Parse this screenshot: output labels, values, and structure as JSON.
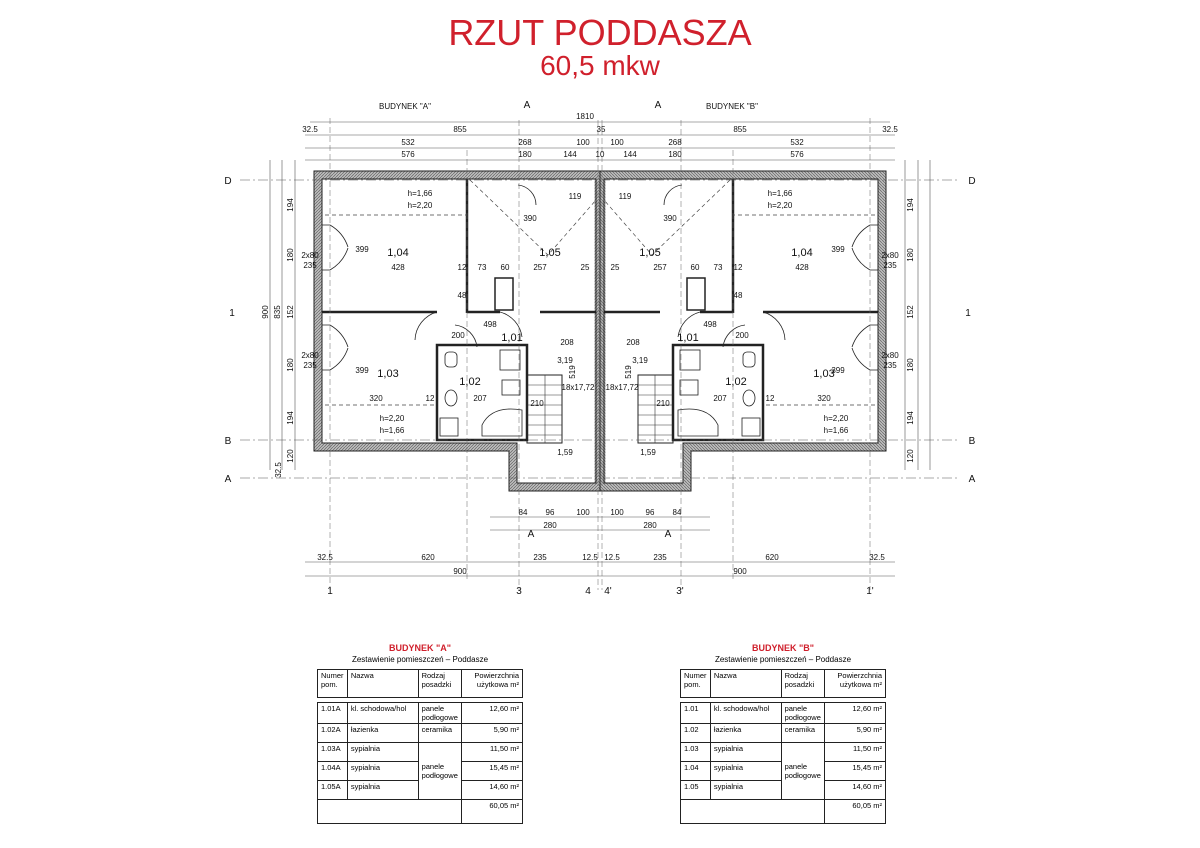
{
  "title": "RZUT PODDASZA",
  "subtitle": "60,5 mkw",
  "plan": {
    "building_a": "BUDYNEK \"A\"",
    "building_b": "BUDYNEK \"B\"",
    "section_mark": "A",
    "grid_rows": [
      "D",
      "B",
      "A"
    ],
    "grid_cols": [
      "1",
      "3",
      "4",
      "4'",
      "3'",
      "1'"
    ],
    "section_side": "1",
    "rooms_a": [
      "1,04",
      "1,05",
      "1,01",
      "1,03",
      "1,02"
    ],
    "rooms_b": [
      "1,04",
      "1,05",
      "1,01",
      "1,03",
      "1,02"
    ],
    "heights": [
      "h=1,66",
      "h=2,20",
      "h=2,20",
      "h=1,66"
    ],
    "levels": [
      "3,19",
      "1,59"
    ],
    "dims_top": [
      "1810",
      "32.5",
      "855",
      "35",
      "855",
      "32.5",
      "532",
      "268",
      "100",
      "100",
      "268",
      "532",
      "576",
      "180",
      "144",
      "10",
      "144",
      "180",
      "576"
    ],
    "dims_bottom": [
      "32.5",
      "620",
      "235",
      "12.5",
      "12.5",
      "235",
      "620",
      "32.5",
      "900",
      "900",
      "84",
      "96",
      "100",
      "100",
      "96",
      "84",
      "280",
      "280"
    ],
    "dims_side": [
      "32.5",
      "194",
      "180",
      "152",
      "180",
      "194",
      "120",
      "900",
      "835",
      "2x80",
      "235",
      "2x80",
      "235"
    ],
    "dims_inner": [
      "428",
      "399",
      "320",
      "399",
      "12",
      "73",
      "60",
      "257",
      "25",
      "498",
      "390",
      "119",
      "208",
      "519",
      "207",
      "210",
      "18x17,72",
      "12",
      "48",
      "200"
    ]
  },
  "tables": [
    {
      "heading": "BUDYNEK \"A\"",
      "subtitle": "Zestawienie pomieszczeń – Poddasze",
      "headers": [
        "Numer pom.",
        "Nazwa",
        "Rodzaj posadzki",
        "Powierzchnia użytkowa m²"
      ],
      "rows": [
        {
          "num": "1.01A",
          "name": "kl. schodowa/hol",
          "floor": "panele podłogowe",
          "area": "12,60 m²"
        },
        {
          "num": "1.02A",
          "name": "łazienka",
          "floor": "ceramika",
          "area": "5,90 m²"
        },
        {
          "num": "1.03A",
          "name": "sypialnia",
          "floor": "",
          "area": "11,50 m²"
        },
        {
          "num": "1.04A",
          "name": "sypialnia",
          "floor": "panele podłogowe",
          "area": "15,45 m²"
        },
        {
          "num": "1.05A",
          "name": "sypialnia",
          "floor": "",
          "area": "14,60 m²"
        }
      ],
      "total": "60,05 m²"
    },
    {
      "heading": "BUDYNEK \"B\"",
      "subtitle": "Zestawienie pomieszczeń – Poddasze",
      "headers": [
        "Numer pom.",
        "Nazwa",
        "Rodzaj posadzki",
        "Powierzchnia użytkowa m²"
      ],
      "rows": [
        {
          "num": "1.01",
          "name": "kl. schodowa/hol",
          "floor": "panele podłogowe",
          "area": "12,60 m²"
        },
        {
          "num": "1.02",
          "name": "łazienka",
          "floor": "ceramika",
          "area": "5,90 m²"
        },
        {
          "num": "1.03",
          "name": "sypialnia",
          "floor": "",
          "area": "11,50 m²"
        },
        {
          "num": "1.04",
          "name": "sypialnia",
          "floor": "panele podłogowe",
          "area": "15,45 m²"
        },
        {
          "num": "1.05",
          "name": "sypialnia",
          "floor": "",
          "area": "14,60 m²"
        }
      ],
      "total": "60,05 m²"
    }
  ]
}
